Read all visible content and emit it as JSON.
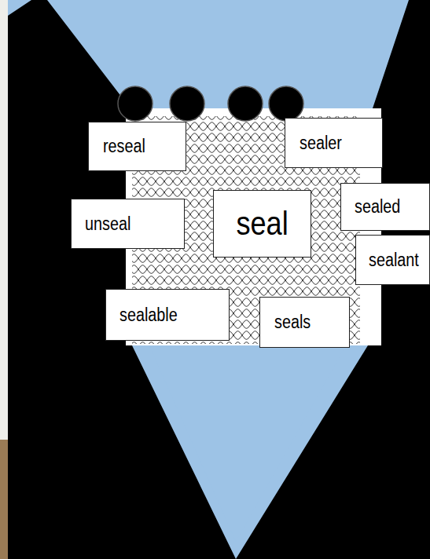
{
  "diagram": {
    "nodes": [
      {
        "text": [
          "reseal"
        ]
      },
      {
        "text": [
          "sealer"
        ]
      },
      {
        "text": [
          "unseal"
        ]
      },
      {
        "text": [
          "seal"
        ]
      },
      {
        "text": [
          "sealed"
        ]
      },
      {
        "text": [
          "sealant"
        ]
      },
      {
        "text": [
          "sealable"
        ]
      },
      {
        "text": [
          "seals"
        ]
      }
    ]
  }
}
